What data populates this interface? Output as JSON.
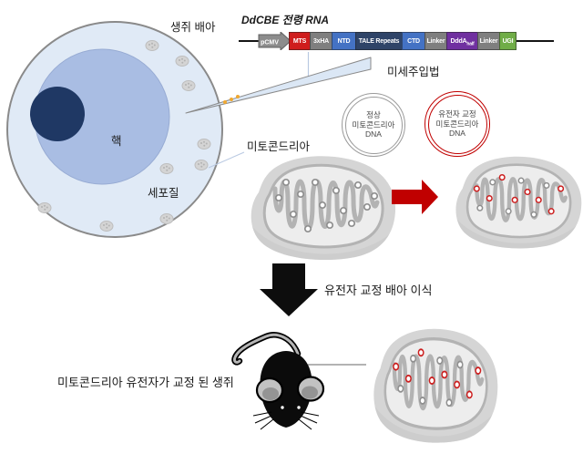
{
  "cell": {
    "label": "생쥐 배아",
    "nucleus_label": "핵",
    "cytoplasm_label": "세포질"
  },
  "construct": {
    "title": "DdCBE 전령 RNA",
    "segments": [
      {
        "label": "pCMV",
        "color": "#8c8c8c"
      },
      {
        "label": "MTS",
        "color": "#cf1d1d"
      },
      {
        "label": "3xHA",
        "color": "#7f7f7f"
      },
      {
        "label": "NTD",
        "color": "#4472c4"
      },
      {
        "label": "TALE Repeats",
        "color": "#2f4468"
      },
      {
        "label": "CTD",
        "color": "#4472c4"
      },
      {
        "label": "Linker",
        "color": "#7f7f7f"
      },
      {
        "label": "DddA",
        "subscript": "half",
        "color": "#7030a0"
      },
      {
        "label": "Linker",
        "color": "#7f7f7f"
      },
      {
        "label": "UGI",
        "color": "#70ad47"
      }
    ]
  },
  "injection": {
    "label": "미세주입법"
  },
  "dna_normal": {
    "line1": "정상",
    "line2": "미토콘드리아",
    "line3": "DNA",
    "ring_color": "#9a9a9a"
  },
  "dna_edited": {
    "line1": "유전자 교정",
    "line2": "미토콘드리아",
    "line3": "DNA",
    "ring_color": "#c00000"
  },
  "mitochondria": {
    "label": "미토콘드리아"
  },
  "transfer": {
    "label": "유전자 교정 배아 이식"
  },
  "result": {
    "label": "미토콘드리아 유전자가 교정 된 생쥐"
  },
  "colors": {
    "cell_outer": "#e0eaf6",
    "cell_inner": "#a9bde3",
    "cell_border": "#8a8a8a",
    "nucleolus": "#1f3864",
    "needle_fill": "#dbe7f5",
    "needle_stroke": "#8a8a8a",
    "sparkle": "#f0a830",
    "connector_blue": "#b9c9e2",
    "connector_gray": "#9a9a9a",
    "red_arrow": "#c00000",
    "black_arrow": "#0d0d0d",
    "dot_gray": "#8f8f8f",
    "dot_red": "#cc1f1f",
    "mito_outer": "#d5d5d5",
    "mito_shade": "#c7c7c7",
    "mito_inner": "#ededed",
    "mito_membrane": "#b3b3b3",
    "mouse_black": "#0b0b0b",
    "mouse_ear_gray": "#c2c2c2",
    "mouse_ear_shadow": "#949494",
    "mouse_tail_gray": "#b5b5b5"
  }
}
